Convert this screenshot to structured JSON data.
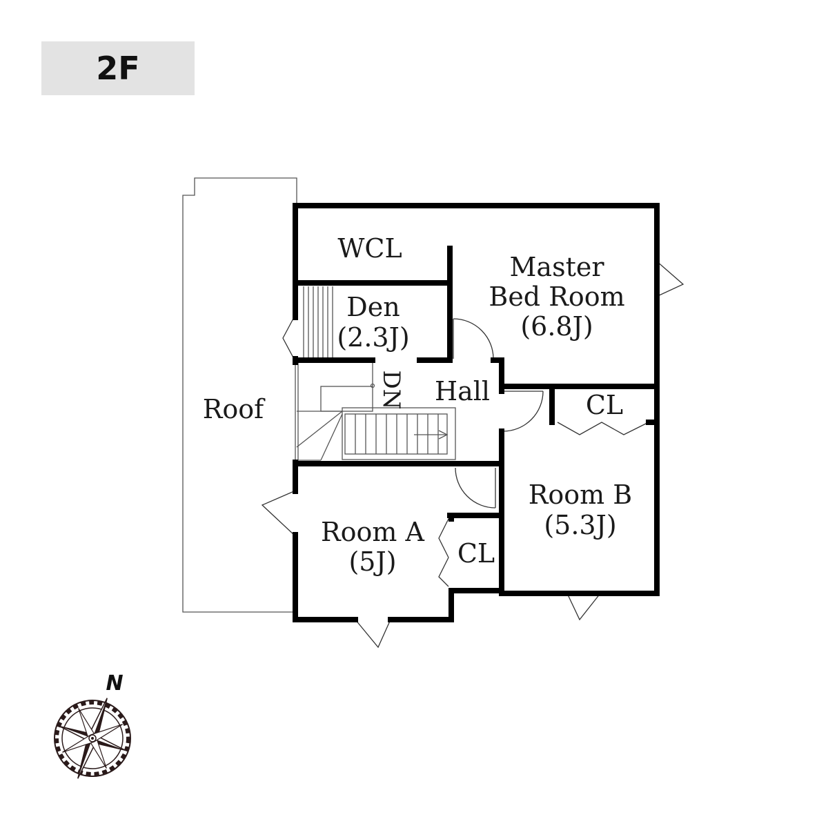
{
  "floor_label": "2F",
  "rooms": {
    "wcl": "WCL",
    "master": {
      "line1": "Master",
      "line2": "Bed Room",
      "size": "(6.8J)"
    },
    "den": {
      "name": "Den",
      "size": "(2.3J)"
    },
    "dn": "DN",
    "hall": "Hall",
    "cl_top": "CL",
    "roof": "Roof",
    "room_b": {
      "name": "Room B",
      "size": "(5.3J)"
    },
    "room_a": {
      "name": "Room A",
      "size": "(5J)"
    },
    "cl_bottom": "CL"
  },
  "compass": {
    "north_label": "N"
  }
}
